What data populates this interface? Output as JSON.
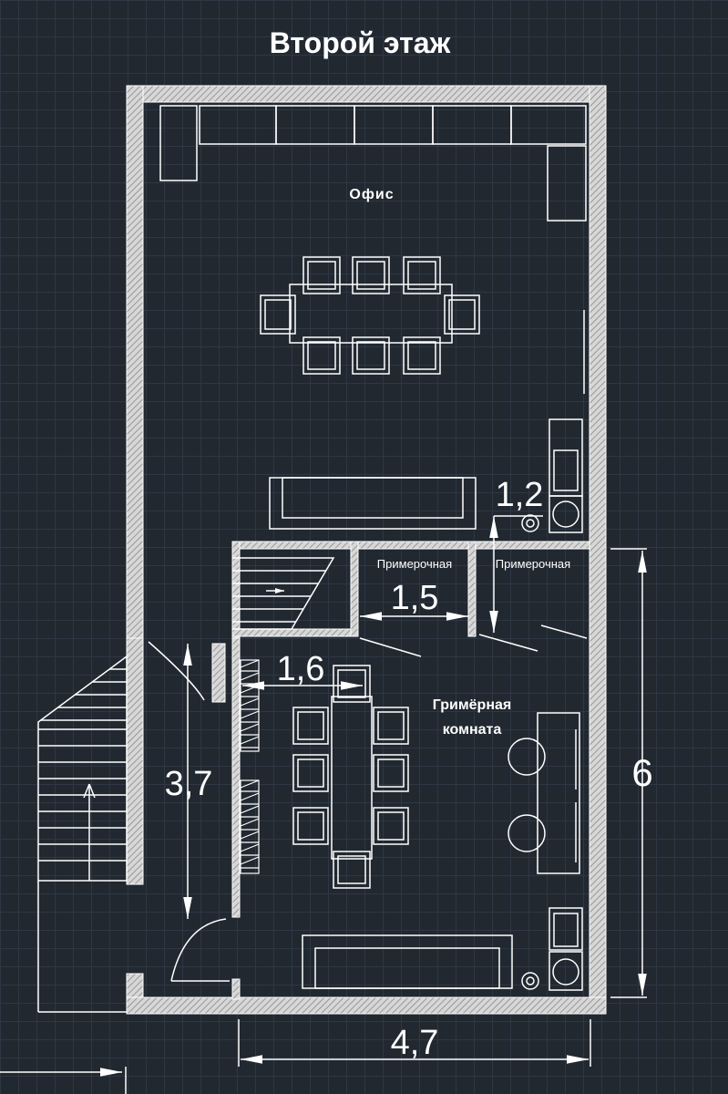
{
  "title": "Второй этаж",
  "rooms": {
    "office": "Офис",
    "fitting_room_1": "Примерочная",
    "fitting_room_2": "Примерочная",
    "makeup_room_line1": "Гримёрная",
    "makeup_room_line2": "комната"
  },
  "dimensions": {
    "fitting_width": "1,2",
    "fitting_passage": "1,5",
    "makeup_passage": "1,6",
    "corridor_length": "3,7",
    "makeup_length": "6",
    "total_width": "4,7"
  },
  "colors": {
    "background": "#212830",
    "grid": "#2e3744",
    "lines": "#ffffff"
  }
}
